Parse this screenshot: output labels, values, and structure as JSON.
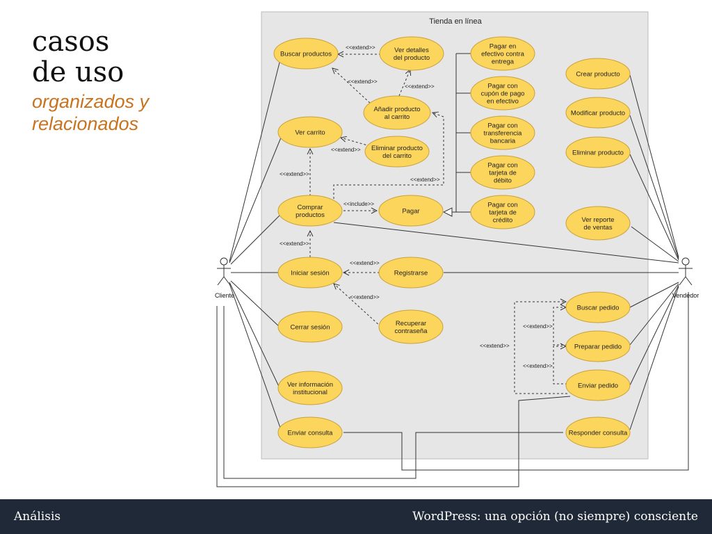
{
  "slide": {
    "title_line1": "casos",
    "title_line2": "de uso",
    "subtitle_line1": "organizados y",
    "subtitle_line2": "relacionados"
  },
  "footer": {
    "left": "Análisis",
    "right": "WordPress: una opción (no siempre) consciente"
  },
  "diagram": {
    "system_name": "Tienda en línea",
    "actors": {
      "cliente": "Cliente",
      "vendedor": "Vendedor"
    },
    "use_cases": {
      "buscar_productos": [
        "Buscar productos"
      ],
      "ver_detalles": [
        "Ver detalles",
        "del producto"
      ],
      "anadir_producto": [
        "Añadir producto",
        "al carrito"
      ],
      "ver_carrito": [
        "Ver carrito"
      ],
      "eliminar_carrito": [
        "Eliminar producto",
        "del carrito"
      ],
      "comprar": [
        "Comprar",
        "productos"
      ],
      "pagar": [
        "Pagar"
      ],
      "pagar_efectivo": [
        "Pagar en",
        "efectivo contra",
        "entrega"
      ],
      "pagar_cupon": [
        "Pagar con",
        "cupón de pago",
        "en efectivo"
      ],
      "pagar_transferencia": [
        "Pagar con",
        "transferencia",
        "bancaria"
      ],
      "pagar_debito": [
        "Pagar con",
        "tarjeta de",
        "débito"
      ],
      "pagar_credito": [
        "Pagar con",
        "tarjeta de",
        "crédito"
      ],
      "iniciar_sesion": [
        "Iniciar sesión"
      ],
      "registrarse": [
        "Registrarse"
      ],
      "recuperar": [
        "Recuperar",
        "contraseña"
      ],
      "cerrar_sesion": [
        "Cerrar sesión"
      ],
      "ver_info": [
        "Ver información",
        "institucional"
      ],
      "enviar_consulta": [
        "Enviar consulta"
      ],
      "crear_producto": [
        "Crear producto"
      ],
      "modificar_producto": [
        "Modificar producto"
      ],
      "eliminar_producto": [
        "Eliminar producto"
      ],
      "ver_reporte": [
        "Ver reporte",
        "de ventas"
      ],
      "buscar_pedido": [
        "Buscar pedido"
      ],
      "preparar_pedido": [
        "Preparar pedido"
      ],
      "enviar_pedido": [
        "Enviar pedido"
      ],
      "responder_consulta": [
        "Responder consulta"
      ]
    },
    "labels": {
      "extend": "<<extend>>",
      "include": "<<include>>"
    },
    "colors": {
      "use_case_fill": "#fcd55c",
      "use_case_stroke": "#c9a13a",
      "system_fill": "#e6e6e6",
      "subtitle": "#c9731f",
      "footer_bg": "#1f2937"
    }
  }
}
